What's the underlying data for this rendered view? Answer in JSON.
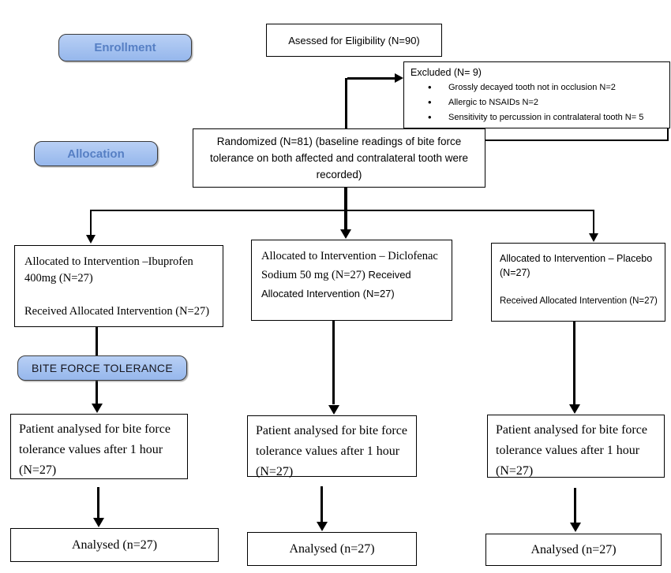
{
  "labels": {
    "enrollment": "Enrollment",
    "allocation": "Allocation",
    "bite_force": "BITE FORCE TOLERANCE"
  },
  "boxes": {
    "assessed": {
      "text": "Asessed for Eligibility (N=90)"
    },
    "excluded": {
      "title": "Excluded (N= 9)",
      "bullets": [
        "Grossly decayed tooth not in occlusion N=2",
        "Allergic to NSAIDs N=2",
        "Sensitivity to percussion in contralateral tooth N= 5"
      ]
    },
    "randomized": {
      "line1": "Randomized (N=81) (baseline readings of bite force",
      "line2": "tolerance on both affected and contralateral tooth were",
      "line3": "recorded)"
    },
    "alloc_left": {
      "line1": "Allocated to Intervention –Ibuprofen",
      "line2": "400mg (N=27)",
      "line3": "Received Allocated Intervention (N=27)"
    },
    "alloc_mid": {
      "line1": "Allocated to Intervention – Diclofenac",
      "line2a": "Sodium 50 mg (N=27) ",
      "line2b": "Received",
      "line3": "Allocated Intervention (N=27)"
    },
    "alloc_right": {
      "line1": "Allocated to Intervention – Placebo",
      "line2": "(N=27)",
      "line3": "Received Allocated Intervention (N=27)"
    },
    "patient_left": {
      "line1": "Patient analysed for bite force",
      "line2": "tolerance values after 1 hour",
      "line3": "(N=27)"
    },
    "patient_mid": {
      "line1": "Patient analysed for bite force",
      "line2": "tolerance values after 1 hour",
      "line3": "(N=27)"
    },
    "patient_right": {
      "line1": "Patient analysed for bite force",
      "line2": "tolerance values after 1 hour",
      "line3": "(N=27)"
    },
    "analysed_left": {
      "text": "Analysed (n=27)"
    },
    "analysed_mid": {
      "text": "Analysed (n=27)"
    },
    "analysed_right": {
      "text": "Analysed (n=27)"
    }
  },
  "colors": {
    "pill_fill": "#a5c2f0",
    "pill_text_blue": "#567fc4",
    "line_color": "#000000",
    "box_border": "#000000"
  }
}
